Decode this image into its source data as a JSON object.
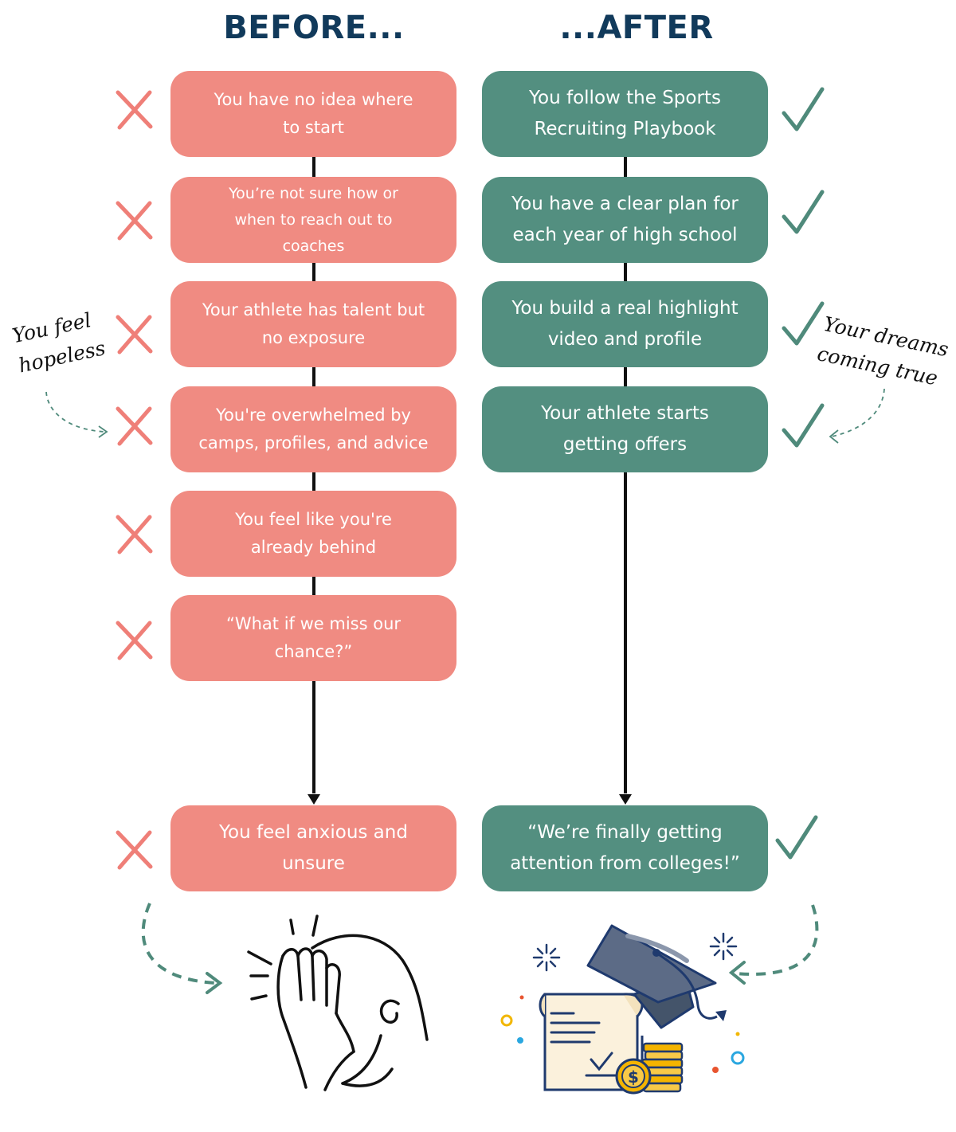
{
  "headings": {
    "before": "BEFORE...",
    "after": "...AFTER"
  },
  "before_items": [
    "You have no idea where\nto start",
    "You’re not sure how or\nwhen to reach out to\ncoaches",
    "Your athlete has talent but\nno exposure",
    "You're overwhelmed by\ncamps, profiles, and advice",
    "You feel like you're\nalready behind",
    "“What if we miss our\nchance?”"
  ],
  "before_final": "You feel anxious and\nunsure",
  "after_items": [
    "You follow the Sports\nRecruiting Playbook",
    "You have a clear plan for\neach year of high school",
    "You build a real highlight\nvideo and profile",
    "Your athlete starts\ngetting offers"
  ],
  "after_final": "“We’re finally getting\nattention from colleges!”",
  "annotations": {
    "left": "You feel\nhopeless",
    "right": "Your dreams\ncoming true"
  },
  "icons": {
    "cross": "cross-icon",
    "check": "check-icon",
    "stress_person": "stressed-person-illustration",
    "graduation": "graduation-diploma-illustration",
    "dollar_sign": "$"
  },
  "colors": {
    "before": "#f08b82",
    "after": "#538f80",
    "heading": "#113a5b",
    "cross": "#ef7f78",
    "check": "#4f8a7b"
  }
}
